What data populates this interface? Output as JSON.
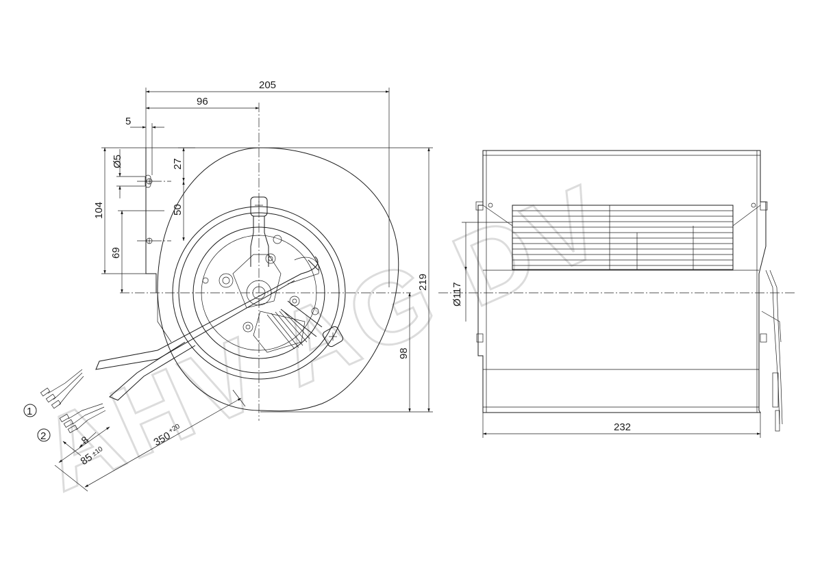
{
  "watermark": "AHV AG DV",
  "dimensions": {
    "width_total": "205",
    "offset_96": "96",
    "offset_5": "5",
    "hole_dia": "Ø5",
    "d27": "27",
    "d104": "104",
    "d50": "50",
    "d69": "69",
    "height_total": "219",
    "d98": "98",
    "dia_inlet": "Ø117",
    "length_side": "232",
    "strip_8": "8",
    "cable_85": "85",
    "cable_85_tol": "±10",
    "cable_350": "350",
    "cable_350_tol": "+20"
  },
  "callouts": [
    "1",
    "2"
  ]
}
